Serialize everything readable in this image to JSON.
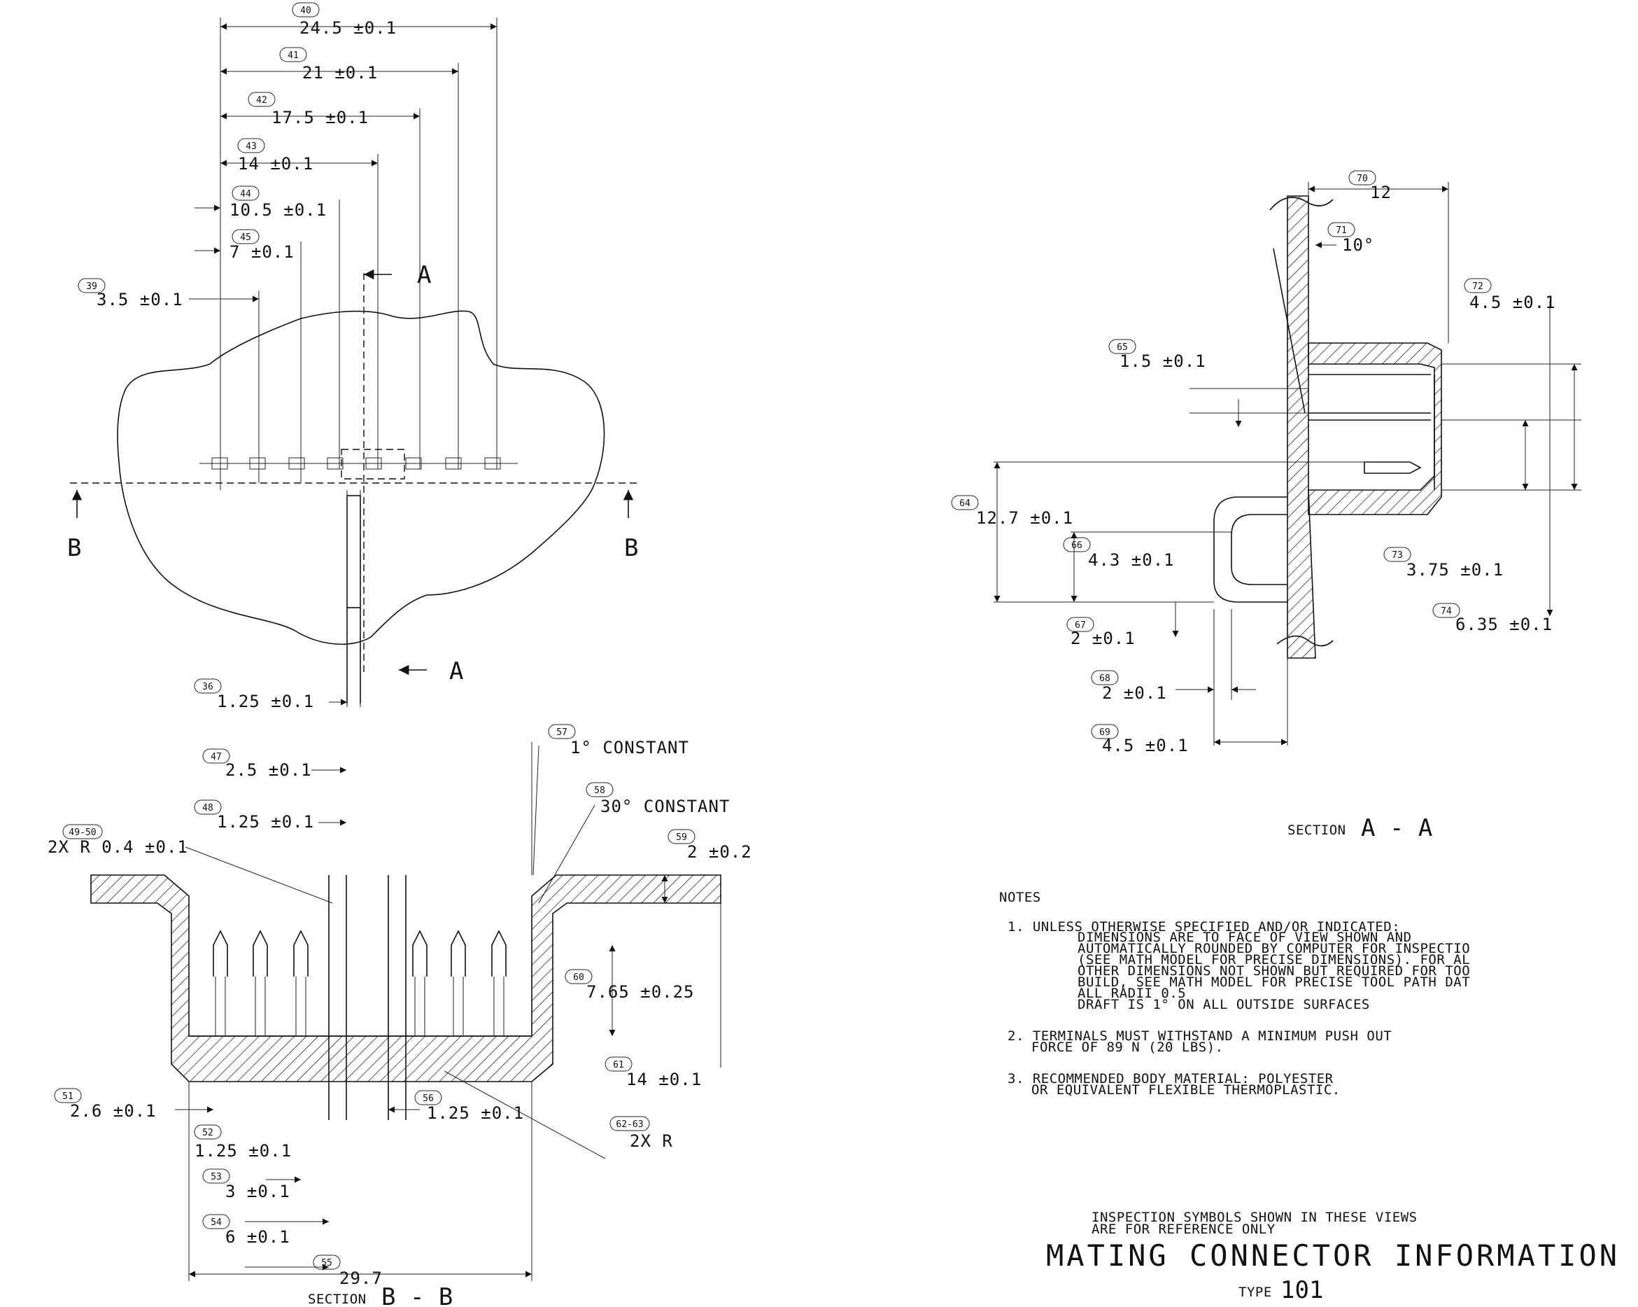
{
  "top_view": {
    "dims": [
      {
        "bubble": "40",
        "label": "24.5 ±0.1"
      },
      {
        "bubble": "41",
        "label": "21 ±0.1"
      },
      {
        "bubble": "42",
        "label": "17.5 ±0.1"
      },
      {
        "bubble": "43",
        "label": "14 ±0.1"
      },
      {
        "bubble": "44",
        "label": "10.5 ±0.1"
      },
      {
        "bubble": "45",
        "label": "7 ±0.1"
      },
      {
        "bubble": "39",
        "label": "3.5 ±0.1"
      },
      {
        "bubble": "36",
        "label": "1.25 ±0.1"
      }
    ],
    "section_a_top": "A",
    "section_a_bottom": "A",
    "section_b_left": "B",
    "section_b_right": "B"
  },
  "section_bb": {
    "dims": [
      {
        "bubble": "47",
        "label": "2.5 ±0.1"
      },
      {
        "bubble": "48",
        "label": "1.25 ±0.1"
      },
      {
        "bubble": "49-50",
        "label": "2X R 0.4 ±0.1"
      },
      {
        "bubble": "57",
        "label": "1° CONSTANT"
      },
      {
        "bubble": "58",
        "label": "30° CONSTANT"
      },
      {
        "bubble": "59",
        "label": "2 ±0.2"
      },
      {
        "bubble": "60",
        "label": "7.65 ±0.25"
      },
      {
        "bubble": "61",
        "label": "14 ±0.1"
      },
      {
        "bubble": "62-63",
        "label": "2X R"
      },
      {
        "bubble": "56",
        "label": "1.25 ±0.1"
      },
      {
        "bubble": "51",
        "label": "2.6 ±0.1"
      },
      {
        "bubble": "52",
        "label": "1.25 ±0.1"
      },
      {
        "bubble": "53",
        "label": "3 ±0.1"
      },
      {
        "bubble": "54",
        "label": "6 ±0.1"
      },
      {
        "bubble": "55",
        "label": "29.7"
      }
    ],
    "caption_prefix": "SECTION",
    "caption_letters": "B - B"
  },
  "section_aa": {
    "dims": [
      {
        "bubble": "70",
        "label": "12"
      },
      {
        "bubble": "71",
        "label": "10°"
      },
      {
        "bubble": "72",
        "label": "4.5 ±0.1"
      },
      {
        "bubble": "65",
        "label": "1.5 ±0.1"
      },
      {
        "bubble": "64",
        "label": "12.7 ±0.1"
      },
      {
        "bubble": "66",
        "label": "4.3 ±0.1"
      },
      {
        "bubble": "73",
        "label": "3.75 ±0.1"
      },
      {
        "bubble": "74",
        "label": "6.35 ±0.1"
      },
      {
        "bubble": "67",
        "label": "2 ±0.1"
      },
      {
        "bubble": "68",
        "label": "2 ±0.1"
      },
      {
        "bubble": "69",
        "label": "4.5 ±0.1"
      }
    ],
    "caption_prefix": "SECTION",
    "caption_letters": "A - A"
  },
  "notes": {
    "heading": "NOTES",
    "lines": [
      "1.   UNLESS OTHERWISE SPECIFIED AND/OR INDICATED:",
      "DIMENSIONS ARE TO FACE OF VIEW SHOWN AND",
      "AUTOMATICALLY ROUNDED BY COMPUTER FOR INSPECTIO",
      "(SEE MATH MODEL FOR PRECISE DIMENSIONS). FOR AL",
      "OTHER DIMENSIONS NOT SHOWN BUT REQUIRED FOR TOO",
      "BUILD, SEE MATH MODEL FOR PRECISE TOOL PATH DAT",
      "ALL RADII 0.5",
      "DRAFT IS 1° ON ALL OUTSIDE SURFACES",
      "2. TERMINALS MUST WITHSTAND A MINIMUM PUSH OUT",
      "FORCE OF 89 N (20 LBS).",
      "3. RECOMMENDED BODY MATERIAL: POLYESTER",
      "OR EQUIVALENT FLEXIBLE THERMOPLASTIC."
    ]
  },
  "footer": {
    "inspection_line1": "INSPECTION SYMBOLS SHOWN IN THESE VIEWS",
    "inspection_line2": "ARE FOR REFERENCE ONLY",
    "title": "MATING CONNECTOR INFORMATION",
    "type_label": "TYPE",
    "type_value": "101"
  }
}
